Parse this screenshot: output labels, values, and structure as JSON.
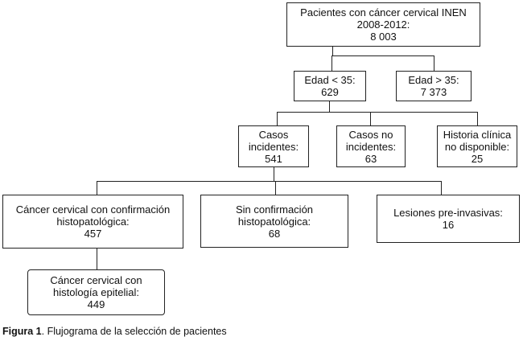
{
  "diagram": {
    "root": {
      "line1": "Pacientes con cáncer cervical INEN",
      "line2": "2008-2012:",
      "value": "8 003"
    },
    "age_young": {
      "label": "Edad < 35:",
      "value": "629"
    },
    "age_old": {
      "label": "Edad > 35:",
      "value": "7 373"
    },
    "incident": {
      "line1": "Casos",
      "line2": "incidentes:",
      "value": "541"
    },
    "non_incident": {
      "line1": "Casos no",
      "line2": "incidentes:",
      "value": "63"
    },
    "no_record": {
      "line1": "Historia clínica",
      "line2": "no disponible:",
      "value": "25"
    },
    "confirmed": {
      "line1": "Cáncer cervical con confirmación",
      "line2": "histopatológica:",
      "value": "457"
    },
    "unconfirmed": {
      "line1": "Sin confirmación",
      "line2": "histopatológica:",
      "value": "68"
    },
    "preinvasive": {
      "line1": "Lesiones pre-invasivas:",
      "value": "16"
    },
    "epithelial": {
      "line1": "Cáncer cervical con",
      "line2": "histología epitelial:",
      "value": "449"
    }
  },
  "caption": {
    "label": "Figura 1",
    "text": ". Flujograma de la selección de pacientes"
  }
}
